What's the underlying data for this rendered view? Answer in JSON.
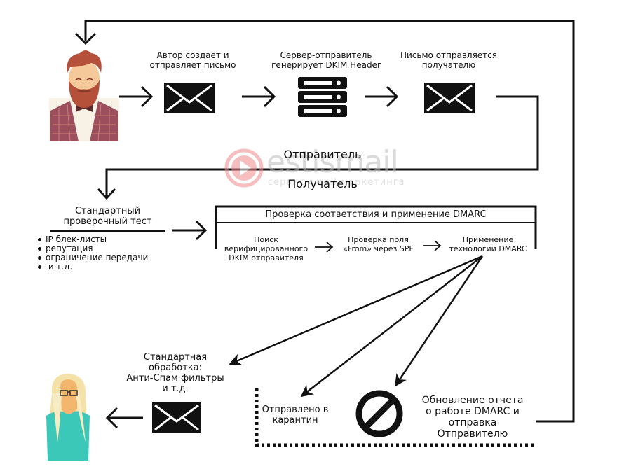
{
  "watermark": {
    "brand": "estismail",
    "tagline": "сервис email-маркетинга",
    "brand_color": "#f08a8a",
    "text_color": "#c8c8c8"
  },
  "sender_flow": {
    "steps": [
      {
        "id": "author",
        "label_lines": [
          "Автор создает и",
          "отправляет письмо"
        ],
        "icon": "envelope-icon"
      },
      {
        "id": "server",
        "label_lines": [
          "Сервер-отправитель",
          "генерирует DKIM Header"
        ],
        "icon": "server-icon"
      },
      {
        "id": "sent",
        "label_lines": [
          "Письмо отправляется",
          "получателю"
        ],
        "icon": "envelope-icon"
      }
    ]
  },
  "divider": {
    "top_label": "Отправитель",
    "bottom_label": "Получатель"
  },
  "standard_test": {
    "title_lines": [
      "Стандартный",
      "проверочный тест"
    ],
    "bullets": [
      "IP блек-листы",
      "репутация",
      "ограничение передачи",
      " и т.д."
    ]
  },
  "dmarc_box": {
    "title": "Проверка соответствия и применение DMARC",
    "steps": [
      {
        "label_lines": [
          "Поиск",
          "верифицированного",
          "DKIM отправителя"
        ]
      },
      {
        "label_lines": [
          "Проверка поля",
          "«From» через SPF"
        ]
      },
      {
        "label_lines": [
          "Применение",
          "технологии DMARC"
        ]
      }
    ]
  },
  "outcomes": {
    "standard": {
      "label_lines": [
        "Стандартная",
        "обработка:",
        "Анти-Спам фильтры",
        "и т.д."
      ]
    },
    "quarantine": {
      "label_lines": [
        "Отправлено в",
        "карантин"
      ]
    },
    "reject": {
      "icon": "prohibited-icon"
    },
    "report": {
      "label_lines": [
        "Обновление отчета",
        "о работе DMARC и",
        "отправка",
        "Отправителю"
      ]
    }
  },
  "actors": {
    "sender": {
      "name": "sender-avatar",
      "colors": {
        "hair": "#b5503a",
        "skin": "#f5c99a",
        "vest": "#9b4f5e",
        "shirt": "#f7f1e6",
        "bow": "#5a2b2b"
      }
    },
    "recipient": {
      "name": "recipient-avatar",
      "colors": {
        "hair": "#f4e2a8",
        "skin": "#f3b66f",
        "shirt": "#3cc8b8"
      }
    }
  }
}
